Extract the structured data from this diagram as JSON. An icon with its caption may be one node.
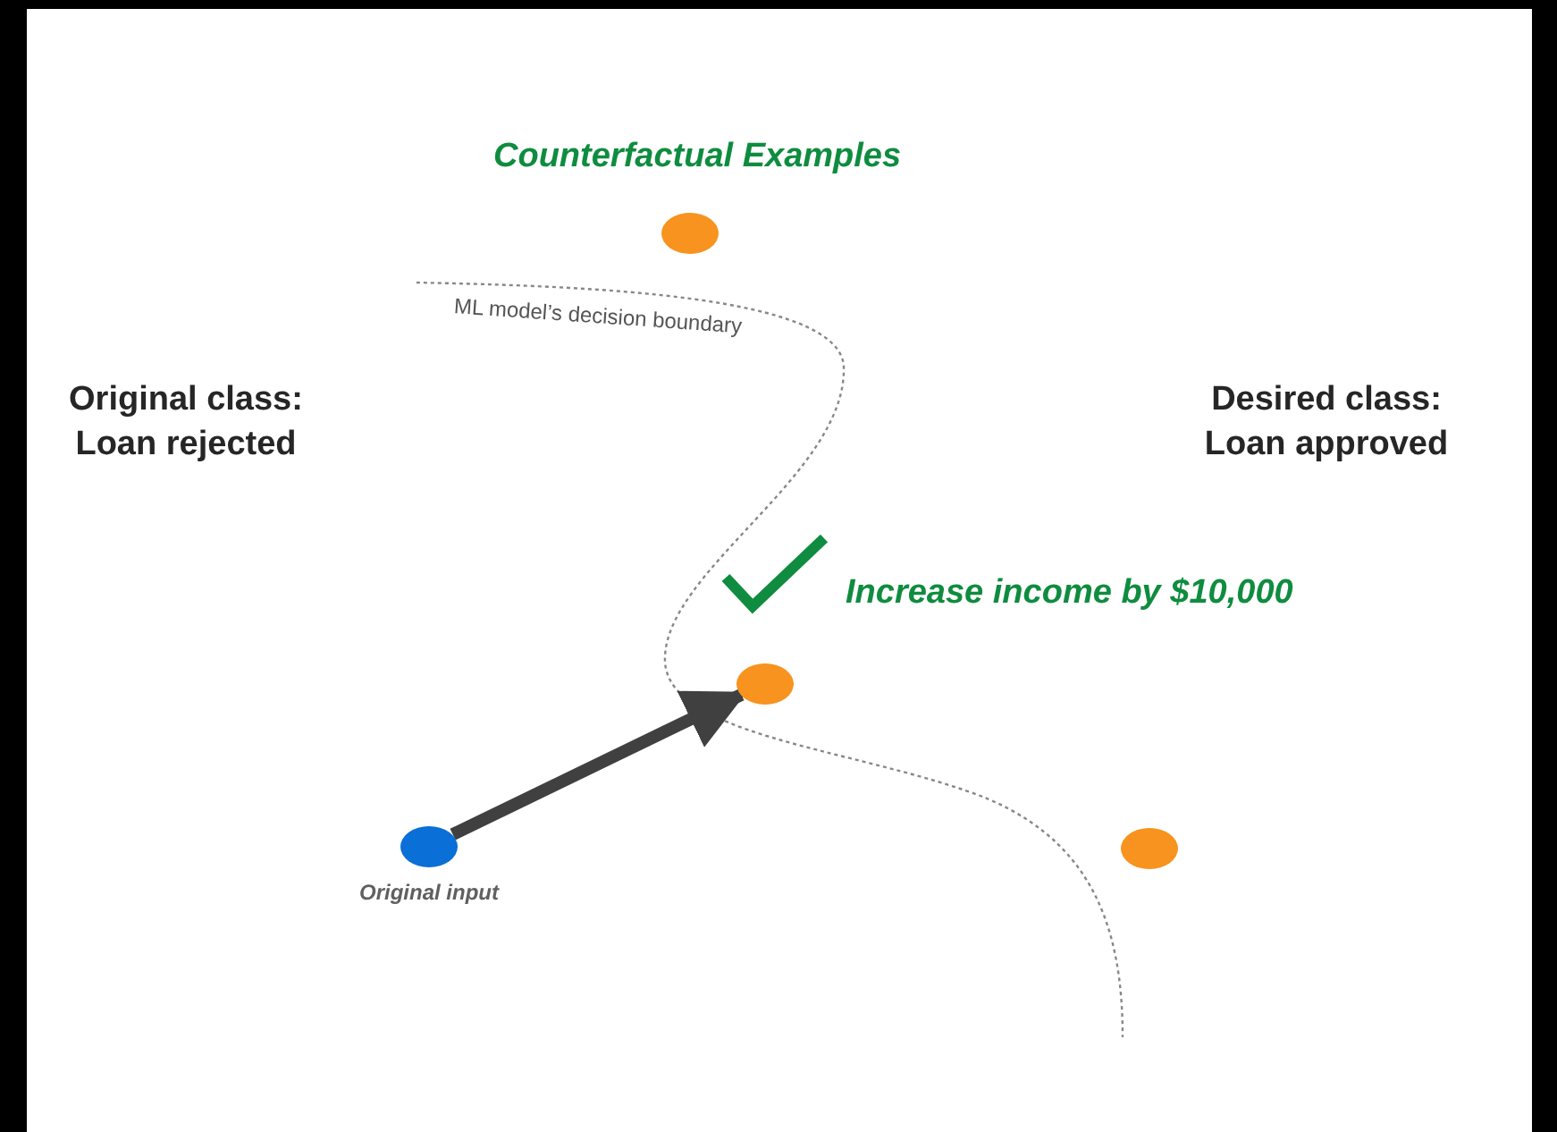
{
  "diagram": {
    "title": "Counterfactual Examples",
    "nodes": [
      {
        "text": [],
        "shape": "circle"
      },
      {
        "text": [],
        "shape": "circle",
        "beside": [
          "Original input"
        ]
      },
      {
        "text": [],
        "shape": "circle"
      },
      {
        "text": [],
        "shape": "circle"
      }
    ],
    "edges": [
      {
        "from": 1,
        "to": 2,
        "arrow": "to",
        "color": "#404040"
      }
    ],
    "labels": [
      "ML model’s decision boundary",
      "Original class: Loan rejected",
      "Desired class: Loan approved",
      "Increase income by $10,000"
    ]
  }
}
